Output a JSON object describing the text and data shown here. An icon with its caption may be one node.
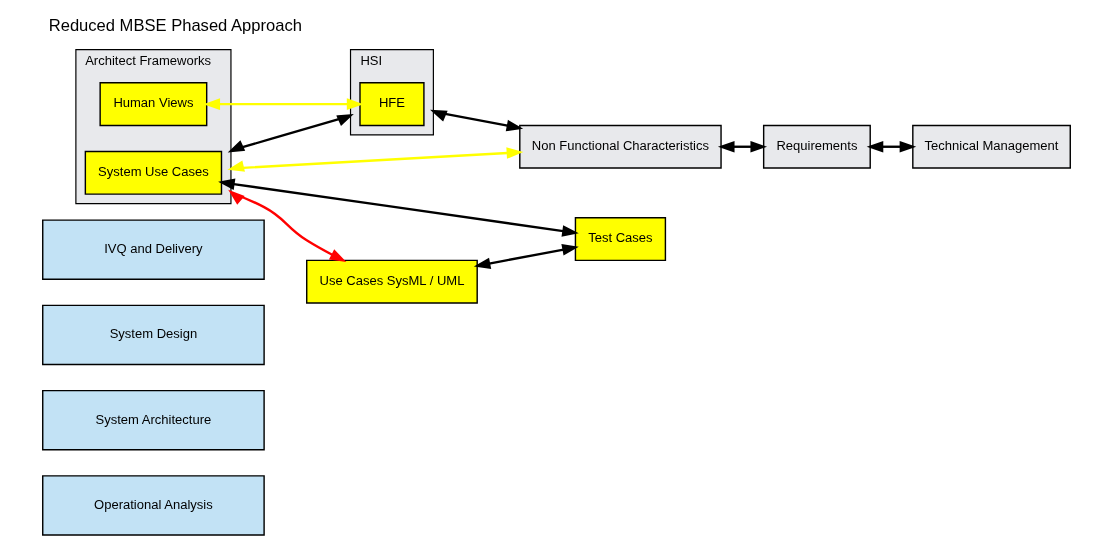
{
  "diagram": {
    "title": "Reduced MBSE Phased Approach",
    "nodes": [
      {
        "text": [
          "Operational Analysis"
        ]
      },
      {
        "text": [
          "System Architecture"
        ]
      },
      {
        "text": [
          "System Design"
        ]
      },
      {
        "text": [
          "IVQ and Delivery"
        ]
      },
      {
        "text": [
          "Architect Frameworks"
        ]
      },
      {
        "text": [
          "System Use Cases"
        ],
        "in": 4
      },
      {
        "text": [
          "Human Views"
        ],
        "in": 4
      },
      {
        "text": [
          "HSI"
        ]
      },
      {
        "text": [
          "HFE"
        ],
        "in": 7
      },
      {
        "text": [
          "Non Functional Characteristics"
        ]
      },
      {
        "text": [
          "Requirements"
        ]
      },
      {
        "text": [
          "Technical Management"
        ]
      },
      {
        "text": [
          "Test Cases"
        ]
      },
      {
        "text": [
          "Use Cases SysML / UML"
        ]
      }
    ],
    "edges": [
      {
        "from": 4,
        "to": 9,
        "arrow": "both",
        "color": "#ffff00"
      },
      {
        "from": 4,
        "to": 7,
        "arrow": "both"
      },
      {
        "from": 7,
        "to": 9,
        "arrow": "both"
      },
      {
        "from": 9,
        "to": 10,
        "arrow": "both"
      },
      {
        "from": 10,
        "to": 11,
        "arrow": "both"
      },
      {
        "from": 6,
        "to": 8,
        "arrow": "both",
        "color": "#ffff00"
      },
      {
        "from": 5,
        "to": 12,
        "arrow": "both"
      },
      {
        "from": 4,
        "to": 13,
        "arrow": "both",
        "color": "#ff0000"
      },
      {
        "from": 13,
        "to": 12,
        "arrow": "both"
      }
    ]
  }
}
